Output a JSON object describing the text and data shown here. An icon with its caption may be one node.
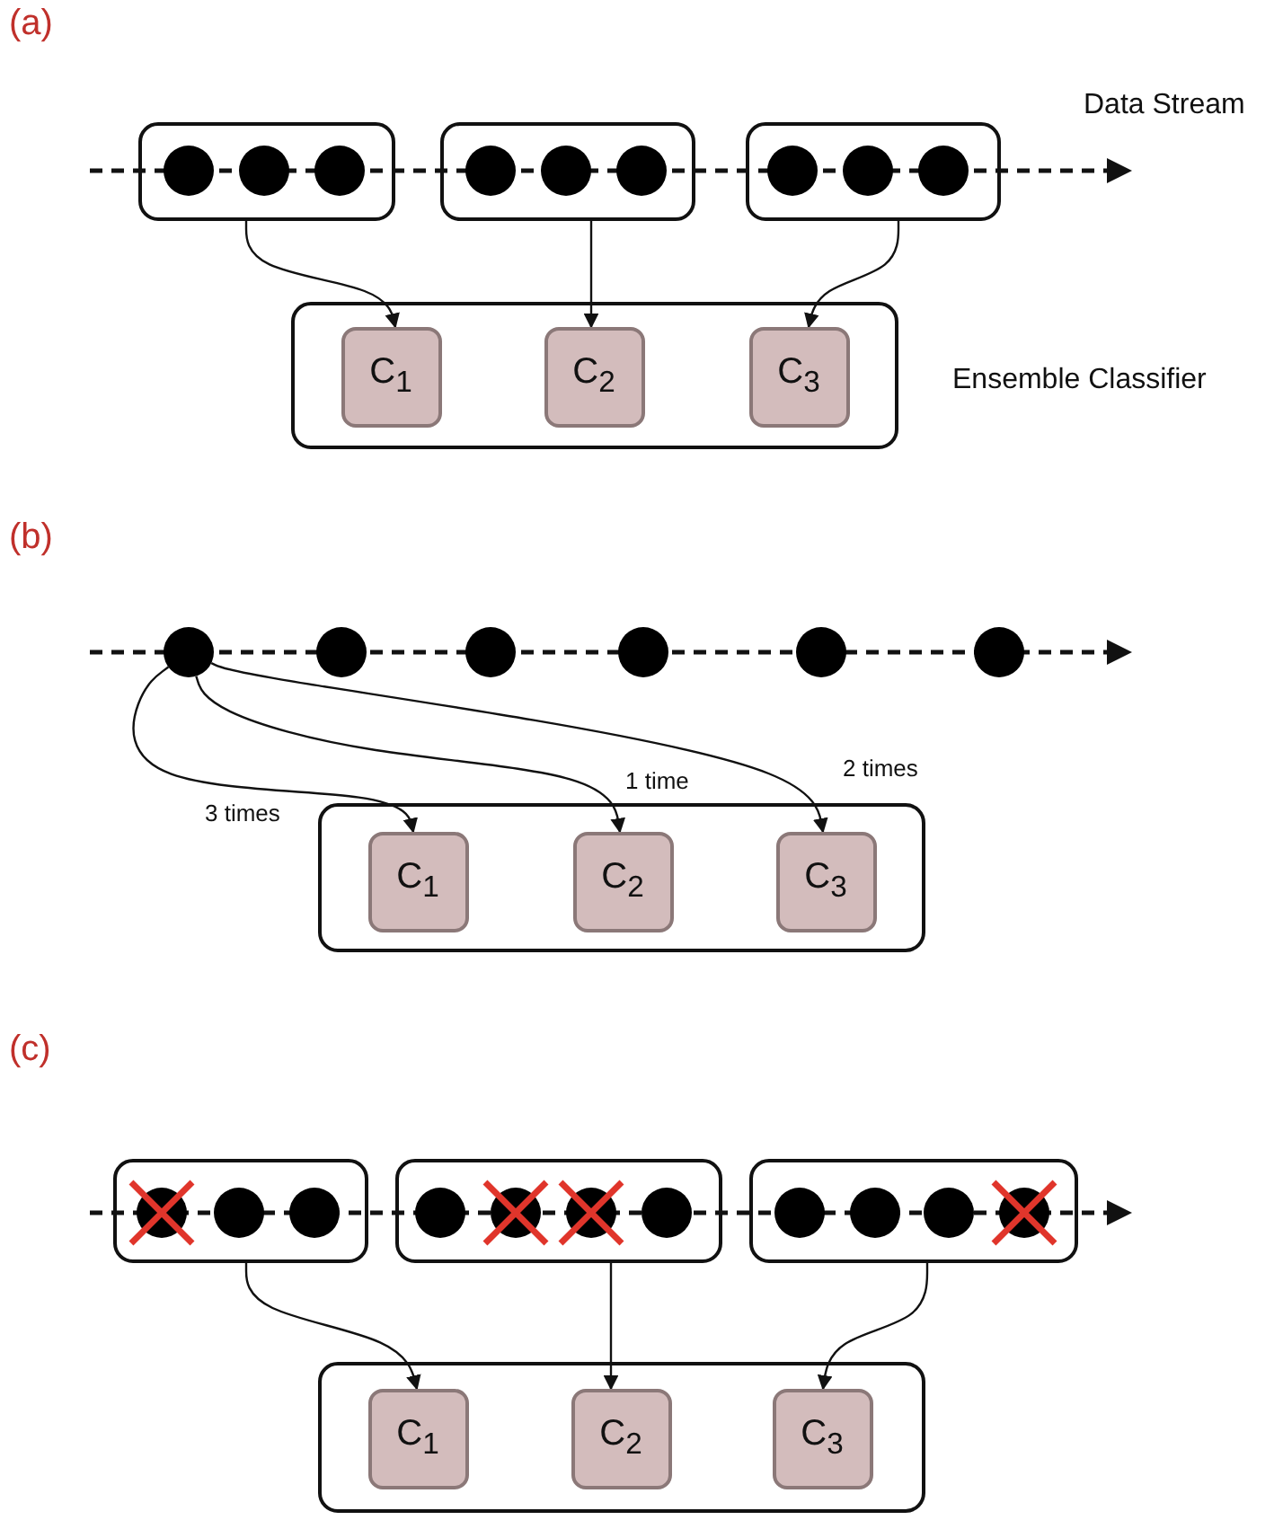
{
  "diagram": {
    "nodes": [
      {
        "text": [],
        "shape": "box"
      },
      {
        "text": [],
        "shape": "circle",
        "in": 0
      },
      {
        "text": [],
        "shape": "circle",
        "in": 0
      },
      {
        "text": [],
        "shape": "circle",
        "in": 0
      },
      {
        "text": [],
        "shape": "box"
      },
      {
        "text": [],
        "shape": "circle",
        "in": 4
      },
      {
        "text": [],
        "shape": "circle",
        "in": 4
      },
      {
        "text": [],
        "shape": "circle",
        "in": 4
      },
      {
        "text": [],
        "shape": "box"
      },
      {
        "text": [],
        "shape": "circle",
        "in": 8
      },
      {
        "text": [],
        "shape": "circle",
        "in": 8
      },
      {
        "text": [],
        "shape": "circle",
        "in": 8
      },
      {
        "text": [],
        "shape": "box",
        "beside": [
          "Ensemble Classifier"
        ]
      },
      {
        "text": [
          "C$_{1}$"
        ],
        "in": 12
      },
      {
        "text": [
          "C$_{2}$"
        ],
        "in": 12
      },
      {
        "text": [
          "C$_{3}$"
        ],
        "in": 12
      },
      {
        "text": [],
        "shape": "circle"
      },
      {
        "text": [],
        "shape": "circle"
      },
      {
        "text": [],
        "shape": "circle"
      },
      {
        "text": [],
        "shape": "circle"
      },
      {
        "text": [],
        "shape": "circle"
      },
      {
        "text": [],
        "shape": "circle"
      },
      {
        "text": [],
        "shape": "box"
      },
      {
        "text": [
          "C$_{1}$"
        ],
        "in": 22
      },
      {
        "text": [
          "C$_{2}$"
        ],
        "in": 22
      },
      {
        "text": [
          "C$_{3}$"
        ],
        "in": 22
      },
      {
        "text": [],
        "shape": "box"
      },
      {
        "text": [],
        "shape": "circle",
        "in": 26
      },
      {
        "text": [],
        "shape": "circle",
        "in": 26
      },
      {
        "text": [],
        "shape": "circle",
        "in": 26
      },
      {
        "text": [],
        "shape": "box"
      },
      {
        "text": [],
        "shape": "circle",
        "in": 30
      },
      {
        "text": [],
        "shape": "circle",
        "in": 30
      },
      {
        "text": [],
        "shape": "circle",
        "in": 30
      },
      {
        "text": [],
        "shape": "circle",
        "in": 30
      },
      {
        "text": [],
        "shape": "box"
      },
      {
        "text": [],
        "shape": "circle",
        "in": 35
      },
      {
        "text": [],
        "shape": "circle",
        "in": 35
      },
      {
        "text": [],
        "shape": "circle",
        "in": 35
      },
      {
        "text": [],
        "shape": "circle",
        "in": 35
      },
      {
        "text": [],
        "shape": "box"
      },
      {
        "text": [
          "C$_{1}$"
        ],
        "in": 40
      },
      {
        "text": [
          "C$_{2}$"
        ],
        "in": 40
      },
      {
        "text": [
          "C$_{3}$"
        ],
        "in": 40
      }
    ],
    "edges": [
      {
        "from": 0,
        "to": 13,
        "arrow": "to"
      },
      {
        "from": 4,
        "to": 14,
        "arrow": "to"
      },
      {
        "from": 8,
        "to": 15,
        "arrow": "to"
      },
      {
        "from": 16,
        "to": 23,
        "arrow": "to",
        "label": "3 times"
      },
      {
        "from": 16,
        "to": 24,
        "arrow": "to",
        "label": "1 time"
      },
      {
        "from": 16,
        "to": 25,
        "arrow": "to",
        "label": "2 times"
      },
      {
        "from": 26,
        "to": 41,
        "arrow": "to"
      },
      {
        "from": 30,
        "to": 42,
        "arrow": "to"
      },
      {
        "from": 35,
        "to": 43,
        "arrow": "to"
      }
    ],
    "labels": [
      "(a)",
      "Data Stream",
      "(b)",
      "(c)"
    ]
  }
}
